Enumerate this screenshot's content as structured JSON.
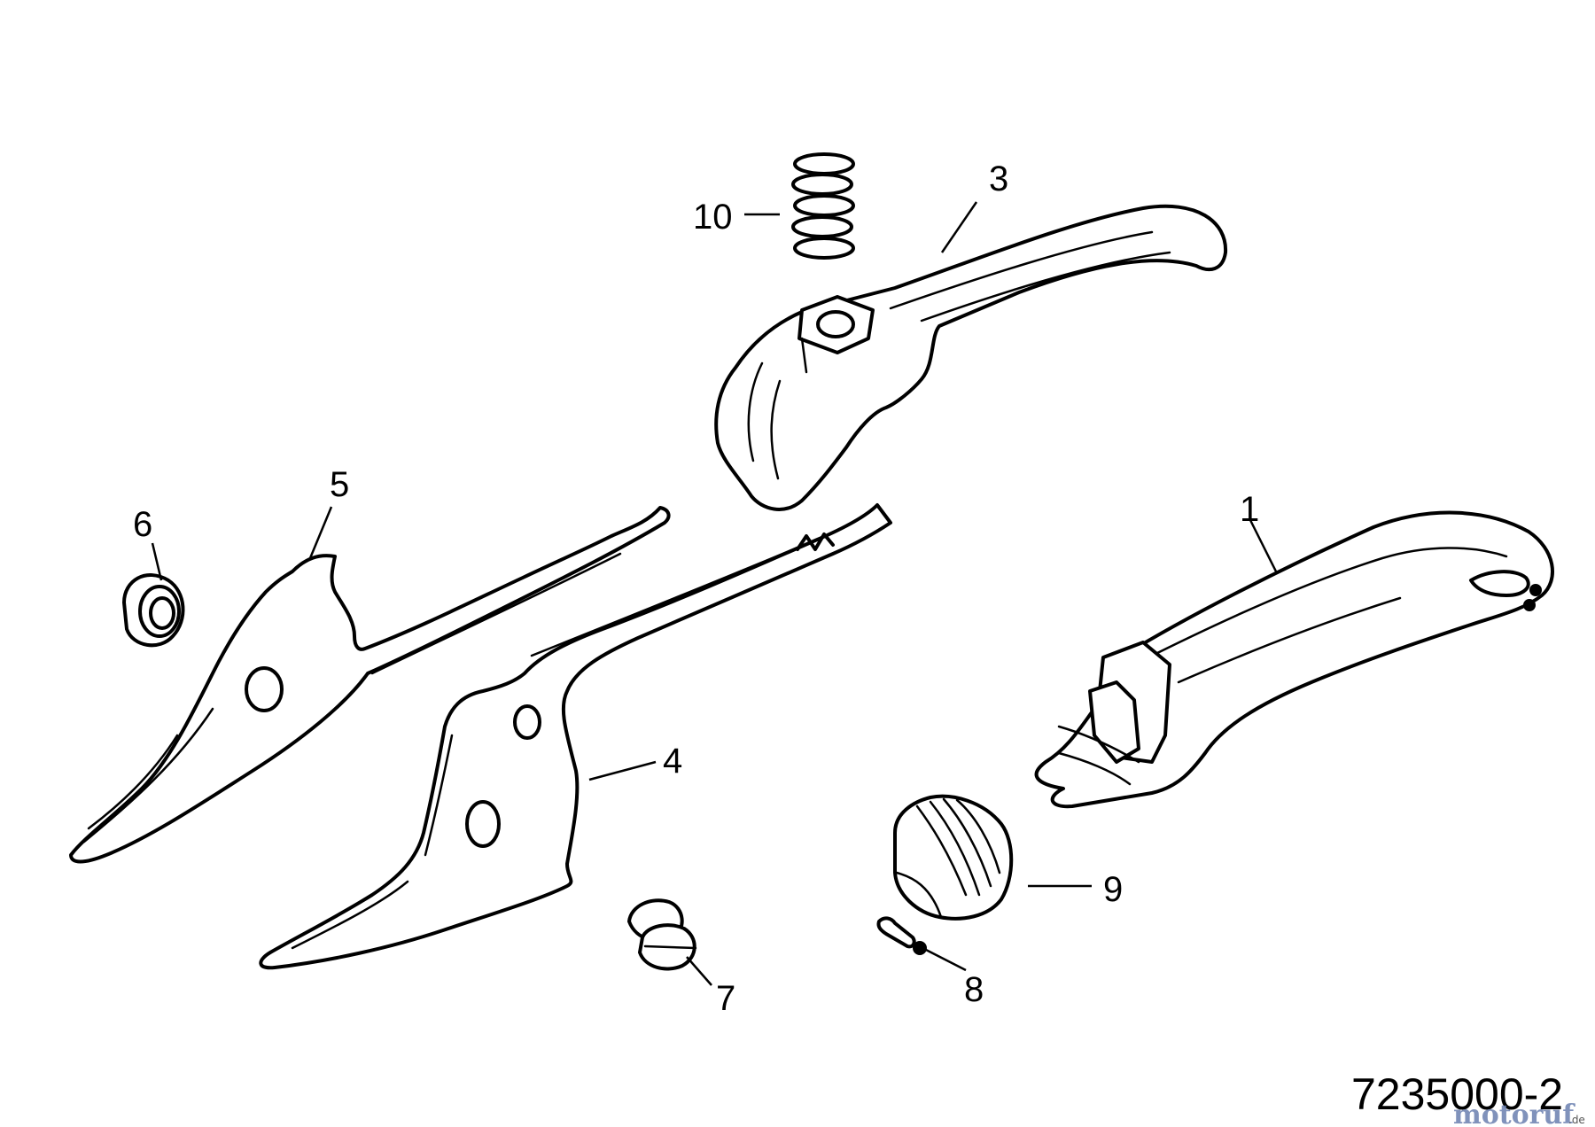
{
  "callouts": {
    "c1": "1",
    "c3": "3",
    "c4": "4",
    "c5": "5",
    "c6": "6",
    "c7": "7",
    "c8": "8",
    "c9": "9",
    "c10": "10"
  },
  "drawing_number": "7235000-2",
  "watermark": {
    "brand": "motoruf",
    "tld": ".de"
  }
}
